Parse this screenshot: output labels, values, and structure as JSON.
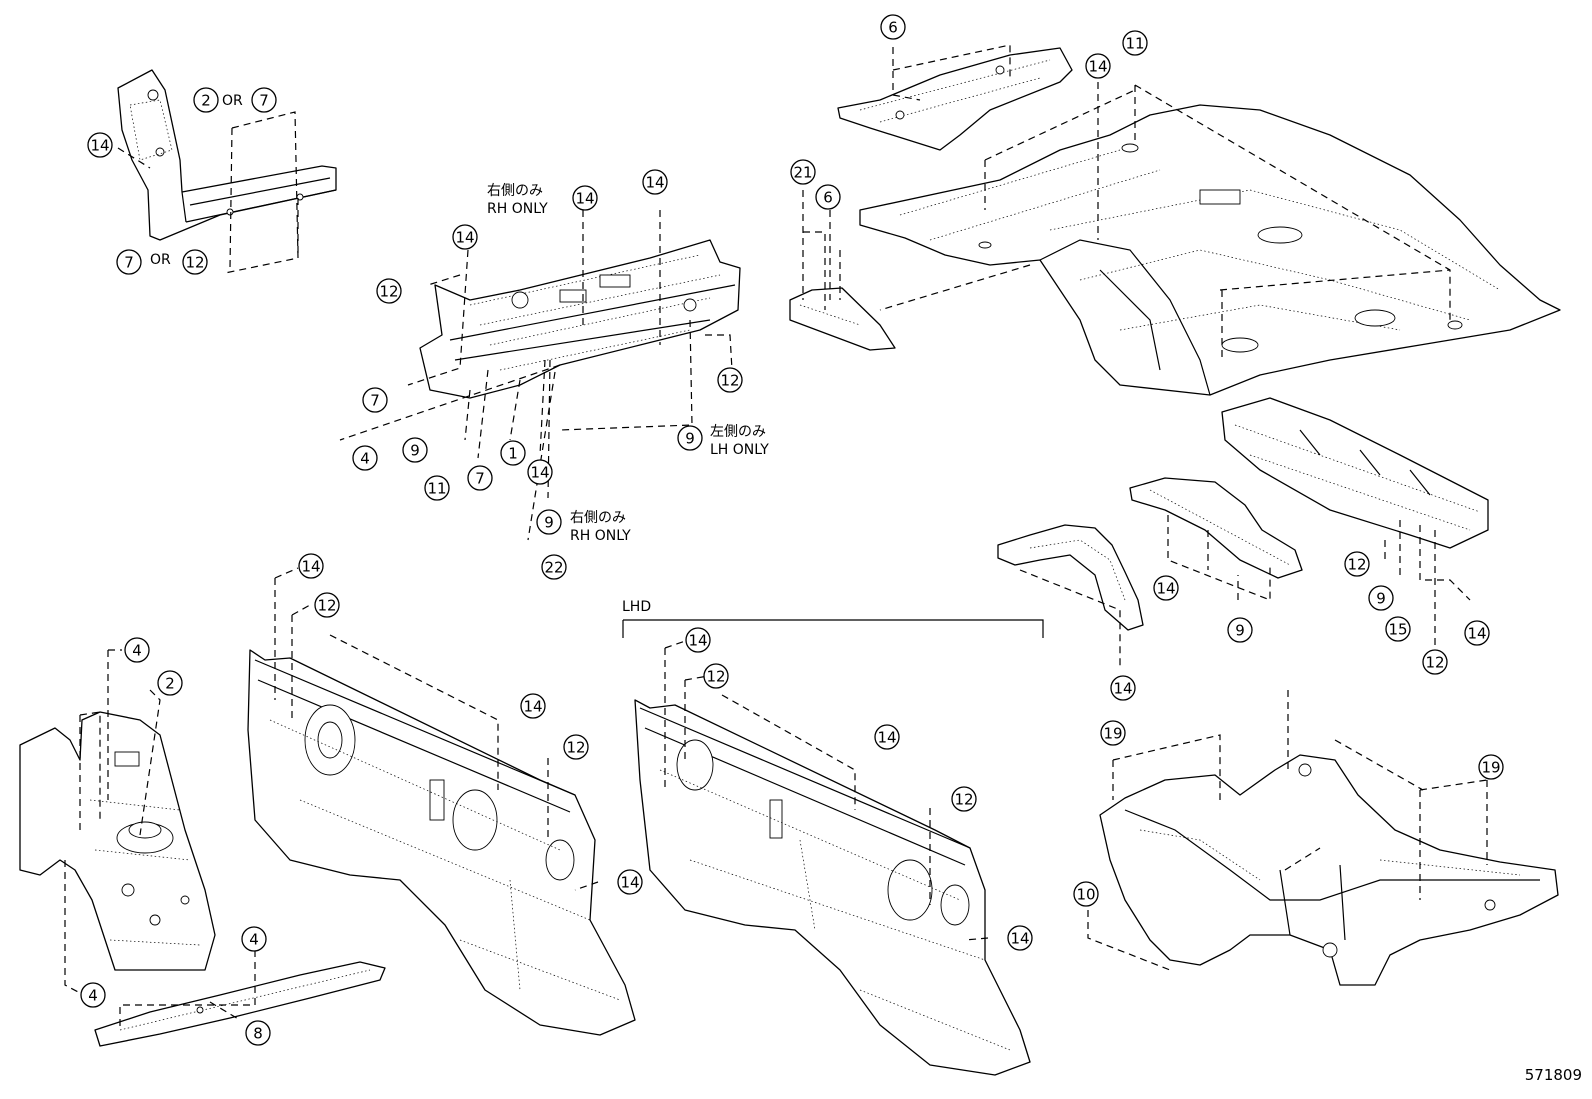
{
  "diagram_ref": "571809",
  "lhd_label": "LHD",
  "connector_or": "OR",
  "notes": {
    "rh_only_jp": "右側のみ",
    "rh_only_en": "RH ONLY",
    "lh_only_jp": "左側のみ",
    "lh_only_en": "LH ONLY"
  },
  "callouts": [
    "1",
    "2",
    "4",
    "6",
    "7",
    "8",
    "9",
    "10",
    "11",
    "12",
    "14",
    "15",
    "19",
    "21",
    "22"
  ]
}
